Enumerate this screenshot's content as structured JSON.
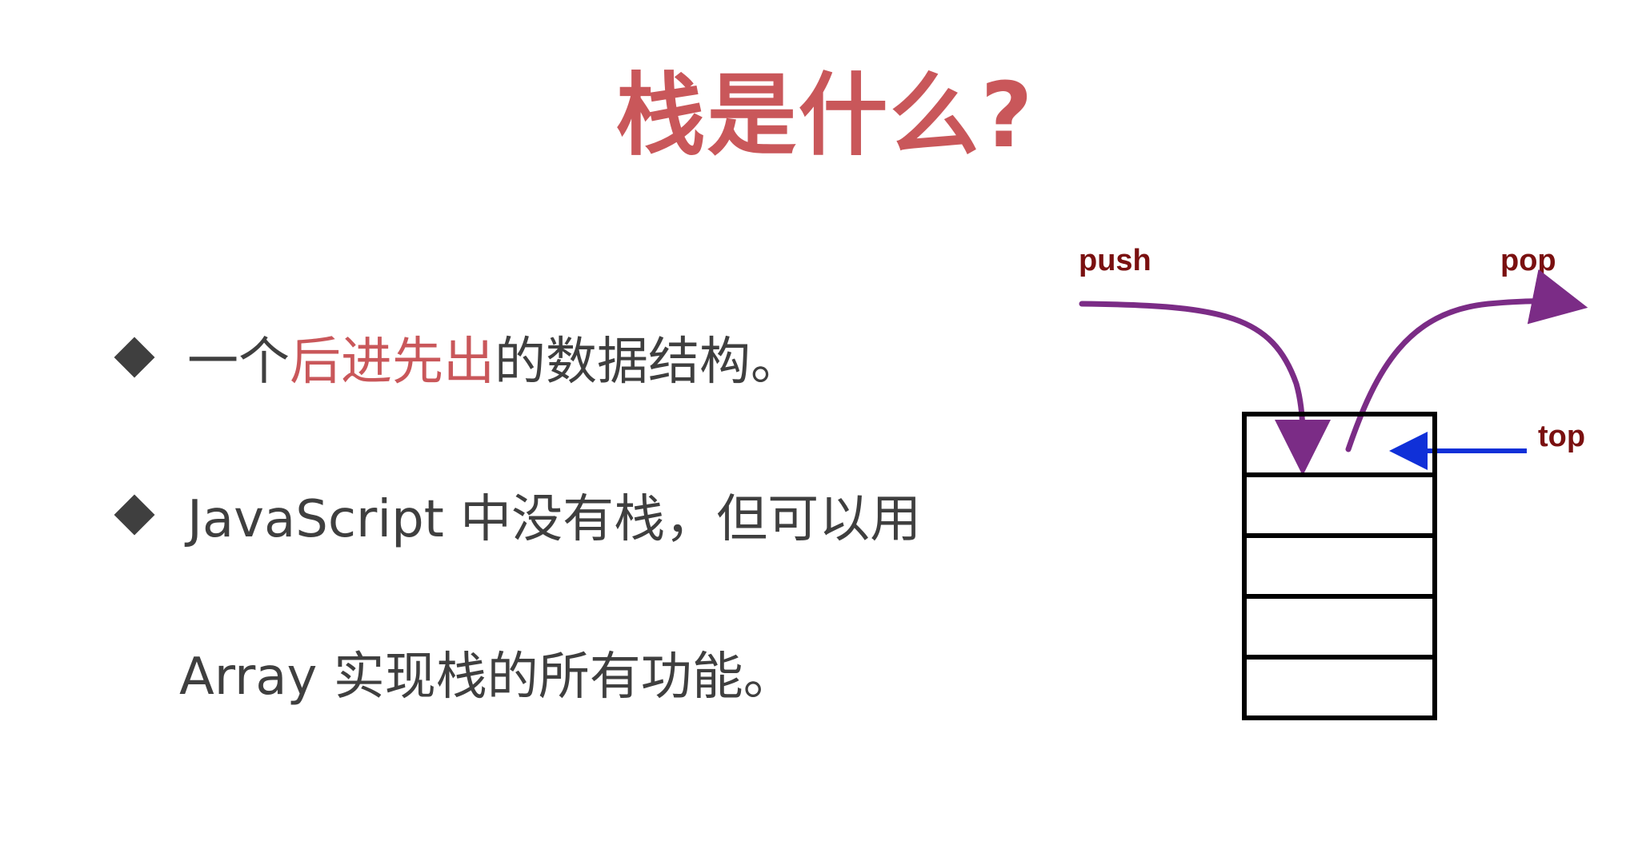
{
  "title": "栈是什么?",
  "bullets": [
    {
      "prefix": "一个",
      "highlight": "后进先出",
      "suffix": "的数据结构。"
    },
    {
      "text": "JavaScript 中没有栈，但可以用"
    },
    {
      "text": "Array 实现栈的所有功能。"
    }
  ],
  "diagram": {
    "push_label": "push",
    "pop_label": "pop",
    "top_label": "top",
    "slot_count": 5
  },
  "colors": {
    "title": "#c9575a",
    "body_text": "#3f3f3f",
    "highlight": "#c9575a",
    "bullet": "#3f3f3f",
    "arrow_purple": "#7b2c86",
    "arrow_blue": "#1030d8",
    "label_dark_red": "#7a1010",
    "stack_border": "#000000"
  }
}
